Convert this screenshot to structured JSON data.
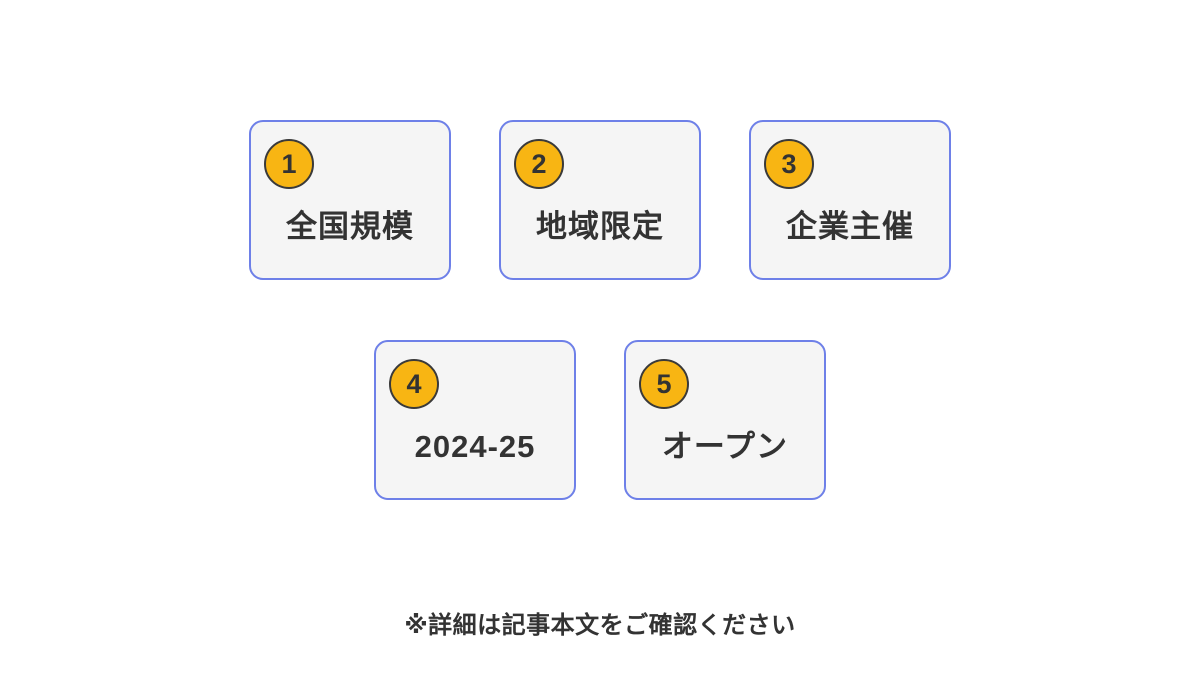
{
  "cards": [
    {
      "number": "1",
      "label": "全国規模"
    },
    {
      "number": "2",
      "label": "地域限定"
    },
    {
      "number": "3",
      "label": "企業主催"
    },
    {
      "number": "4",
      "label": "2024-25"
    },
    {
      "number": "5",
      "label": "オープン"
    }
  ],
  "footnote": "※詳細は記事本文をご確認ください",
  "colors": {
    "background": "#ffffff",
    "card_background": "#f5f5f5",
    "card_border": "#6e80e8",
    "badge_background": "#f8b513",
    "badge_border": "#3a3a3a",
    "text": "#333333"
  }
}
